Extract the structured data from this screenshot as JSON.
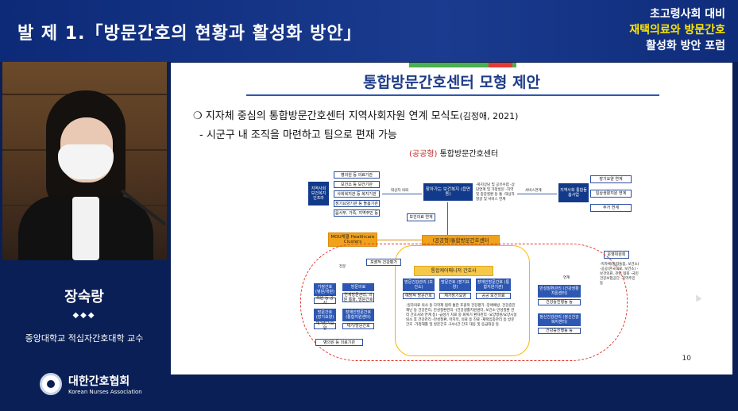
{
  "header": {
    "title": "발 제 1.「방문간호의 현황과 활성화 방안」",
    "right_line1": "초고령사회 대비",
    "right_line2": "재택의료와 방문간호",
    "right_line3": "활성화 방안 포럼"
  },
  "speaker": {
    "name": "장숙랑",
    "dots": "◆◆◆",
    "affiliation": "중앙대학교 적십자간호대학 교수"
  },
  "org_logo": {
    "name_ko": "대한간호협회",
    "name_en": "Korean Nurses Association"
  },
  "slide": {
    "title": "통합방문간호센터 모형 제안",
    "bullet1_main": "❍ 지자체 중심의 통합방문간호센터 지역사회자원 연계 모식도",
    "bullet1_cite": "(김정애, 2021)",
    "bullet2": "- 시군구 내 조직을 마련하고 팀으로 편재 가능",
    "diagram_title_prefix": "(공공형)",
    "diagram_title_main": " 통합방문간호센터",
    "page_number": "10",
    "diagram": {
      "left_box": "지역사회 보건복지 인프라",
      "left_list": [
        "병의원 등 의료기관",
        "보건소 등 보건기관",
        "사회복지관 등 복지기관",
        "장기요양기관 등 돌봄기관",
        "읍사무, 가족, 지역주민 등"
      ],
      "arrow_label": "대상자 의뢰",
      "center_top": "찾아가는 보건복지 (읍면동)",
      "center_notes": "-복지상담 및 공유수렴 -상담연계 및 가정방문 -지역 및 중증질환 등 통 -대상자 발굴 및 서비스 연계",
      "service_link": "서비스연계",
      "right_top": "지역사회 통합돌봄사업",
      "right_list": [
        "장기요양 연계",
        "일상생활지원 연계",
        "주거 연계"
      ],
      "health_link": "보건의료 연계",
      "mou": "MOU체결 Healthcare Clusters",
      "center_main": "(공공형)통합방문간호센터",
      "operating_committee": "운영위원회",
      "committee_notes": "-지자체(통합돌봄, 보건소) -공공(한국의료, 보건소) -보건의료, 관련 협회 -국민건강보험공단 -지역주민 등",
      "health_assess": "포괄적 건강평가",
      "care_manager": "통합케어매니저 간호사",
      "inner_label": "전문",
      "left_col": [
        "가정간호 (병원/개원)",
        "방문간호 (장기요양)"
      ],
      "left_col_sub": [
        "의원 등 공사",
        "재가장기요양"
      ],
      "specialist_col": [
        "방문의료",
        "장애인방문간호 (통합지원센터)"
      ],
      "specialist_sub": [
        "연계방문관리, 의원 통화, 방문간호",
        "재가/방문간호"
      ],
      "mid_col": [
        "방문건강관리 (보건소)",
        "방문간호 (장기요양)",
        "장애인방문간호 (통합지원기관)"
      ],
      "mid_col_sub": [
        "예방적 방문간호",
        "재가장기요양",
        "공공 보건의료"
      ],
      "notes_list": "-일차의료 의사 등 다학제 협력 통한 포괄적 건강평가 -장애예방, 건강증진 재난 등 건강관리, 만성질환관리 -(건강생활지원센터, 보건소 만성질환 관리 간호사와 연계 등) -급성기 치료 중 회복기 환자관리 -요양병원/요양시설 퇴소 후 건강관리 -만성질환, 마지막, 의료 등 진료 -재택임종관리 등 방문간호 -가정재활 및 방문간호 -24시간 간호 대응 및 응급대응 등",
      "right_blue_label": "연계",
      "right_boxes": [
        "만성질환관리 (건강생활지원센터)",
        "정신건강관리 (정신건강복지센터)"
      ],
      "right_subs": [
        "건강증진행동 등",
        "건강증진행동 등"
      ],
      "bottom_left": "병의원 등 의료기관"
    }
  },
  "colors": {
    "header_bg": "#0d2a78",
    "accent_yellow": "#ffe600",
    "slide_title": "#1f3c88",
    "dashed_red": "#e53935"
  }
}
